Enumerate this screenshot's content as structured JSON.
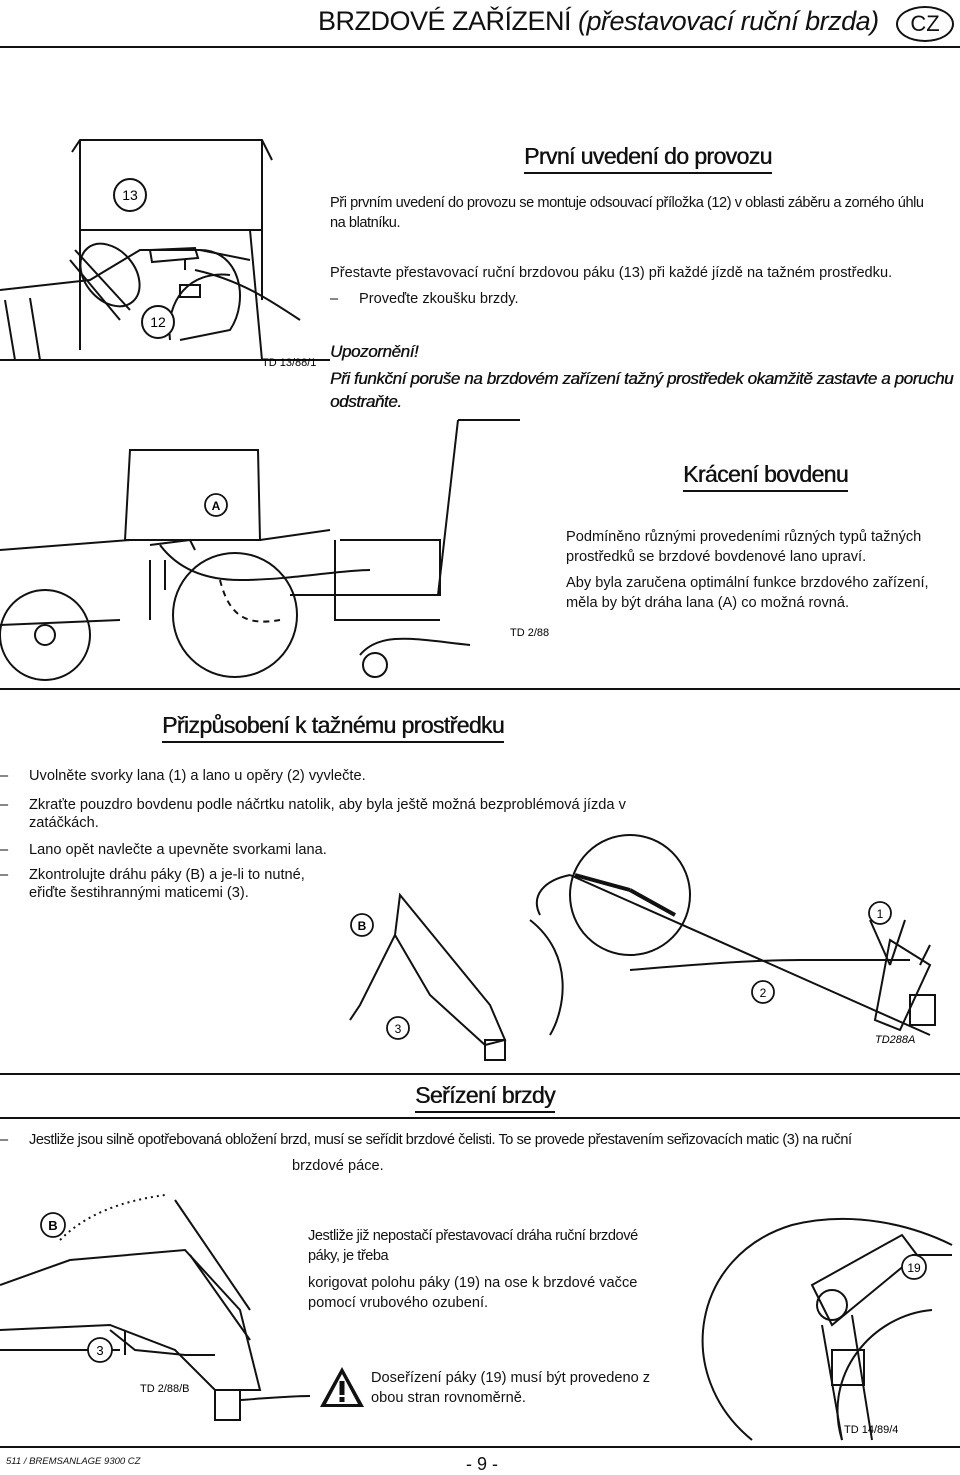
{
  "header": {
    "title_main": "BRZDOVÉ ZAŘÍZENÍ",
    "title_sub": "(přestavovací ruční brzda)",
    "lang_badge": "CZ"
  },
  "section1": {
    "heading": "První uvedení do provozu",
    "para1_line1": "Při prvním uvedení do provozu se montuje odsouvací příložka (12) v oblasti záběru a zorného úhlu",
    "para1_line2": "na blatníku.",
    "para2": "Přestavte přestavovací ruční brzdovou páku (13) při každé jízdě na tažném prostředku.",
    "dash": "–",
    "para3": "Proveďte zkoušku brzdy.",
    "warning_title": "Upozornění!",
    "warning_line1": "Při funkční poruše na brzdovém zařízení tažný prostředek okamžitě zastavte a poruchu",
    "warning_line2": "odstraňte.",
    "fig_labels": {
      "callout13": "13",
      "callout12": "12",
      "code": "TD 13/88/1"
    }
  },
  "section2": {
    "heading": "Krácení bovdenu",
    "para1_line1": "Podmíněno různými provedeními různých typů tažných",
    "para1_line2": "prostředků se brzdové bovdenové lano upraví.",
    "para2_line1": "Aby byla zaručena optimální funkce brzdového zařízení,",
    "para2_line2": "měla by být dráha lana (A) co možná rovná.",
    "fig_labels": {
      "calloutA": "A",
      "code": "TD 2/88"
    }
  },
  "section3": {
    "heading": "Přizpůsobení k tažnému prostředku",
    "items": [
      {
        "dash": "–",
        "line1": "Uvolněte svorky lana (1) a lano u opěry (2) vyvlečte.",
        "line2": ""
      },
      {
        "dash": "–",
        "line1": "Zkraťte pouzdro bovdenu podle náčrtku natolik, aby byla ještě možná bezproblémová jízda v",
        "line2": "zatáčkách."
      },
      {
        "dash": "–",
        "line1": "Lano opět navlečte a upevněte svorkami lana.",
        "line2": ""
      },
      {
        "dash": "–",
        "line1": "Zkontrolujte dráhu páky (B) a je-li to nutné,",
        "line2": "eřiďte šestihrannými maticemi (3)."
      }
    ],
    "fig_labels": {
      "calloutB": "B",
      "callout1": "1",
      "callout2": "2",
      "callout3": "3",
      "code": "TD288A"
    }
  },
  "section4": {
    "heading": "Seřízení brzdy",
    "dash": "–",
    "para1_line1": "Jestliže jsou silně opotřebovaná obložení brzd, musí se seřídit brzdové čelisti. To se provede přestavením seřizovacích matic (3) na ruční",
    "para1_line2": "brzdové páce.",
    "para2_line1": "Jestliže již nepostačí přestavovací dráha ruční brzdové",
    "para2_line2": "páky, je třeba",
    "para3_line1": "korigovat polohu páky (19) na ose k brzdové vačce",
    "para3_line2": "pomocí vrubového ozubení.",
    "note_line1": "Doseřízení páky (19) musí být provedeno z",
    "note_line2": "obou stran rovnoměrně.",
    "fig_labels": {
      "calloutB": "B",
      "callout3": "3",
      "code_left": "TD 2/88/B",
      "callout19": "19",
      "code_right": "TD 14/89/4"
    }
  },
  "footer": {
    "doc_code": "511 / BREMSANLAGE 9300 CZ",
    "page_number": "- 9 -"
  }
}
